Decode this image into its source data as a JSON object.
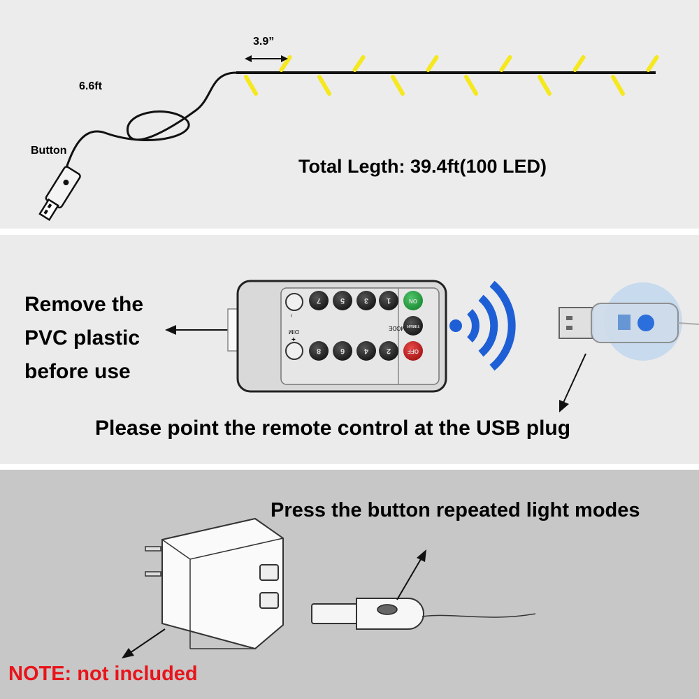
{
  "panel_strip": {
    "spacing_label": "3.9”",
    "lead_length_label": "6.6ft",
    "button_label": "Button",
    "total_length_label": "Total Legth: 39.4ft(100 LED)",
    "led_color": "#f5e81c",
    "wire_color": "#111111"
  },
  "panel_remote": {
    "pvc_note_lines": [
      "Remove the",
      "PVC plastic",
      "before use"
    ],
    "pointing_instruction": "Please point the remote control at the USB plug",
    "remote_buttons": {
      "top_row": [
        "7",
        "5",
        "3",
        "1"
      ],
      "bottom_row": [
        "8",
        "6",
        "4",
        "2"
      ],
      "on_label": "ON",
      "timer_label": "TIMER",
      "off_label": "OFF",
      "mode_label": "MODE",
      "dim_label": "DIM",
      "minus_label": "−",
      "plus_label": "+"
    },
    "signal_color": "#1f5fd6"
  },
  "panel_adapter": {
    "press_instruction": "Press the button repeated light modes",
    "note": "NOTE: not included",
    "note_color": "#e8141b"
  }
}
